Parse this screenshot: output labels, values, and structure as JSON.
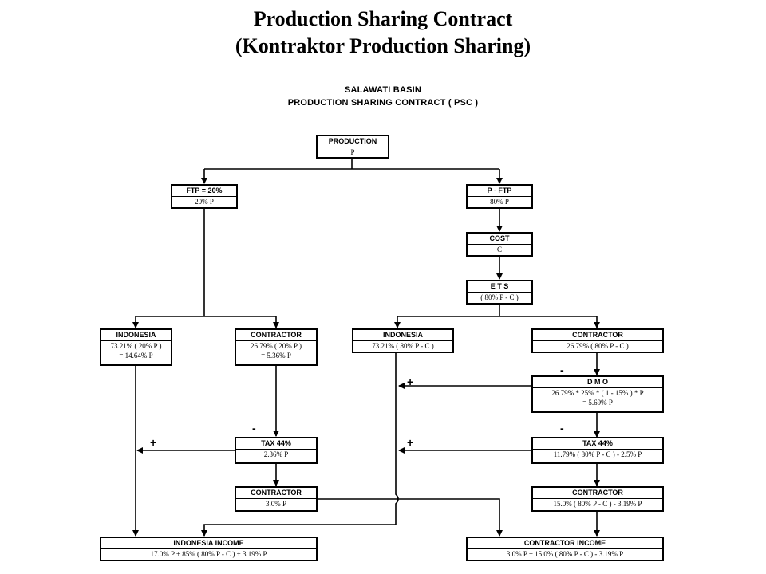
{
  "title_line1": "Production Sharing Contract",
  "title_line2": "(Kontraktor Production Sharing)",
  "subtitle_line1": "SALAWATI BASIN",
  "subtitle_line2": "PRODUCTION SHARING CONTRACT ( PSC )",
  "boxes": {
    "production": {
      "header": "PRODUCTION",
      "lines": [
        "P"
      ]
    },
    "ftp": {
      "header": "FTP = 20%",
      "lines": [
        "20% P"
      ]
    },
    "p_ftp": {
      "header": "P - FTP",
      "lines": [
        "80% P"
      ]
    },
    "cost": {
      "header": "COST",
      "lines": [
        "C"
      ]
    },
    "ets": {
      "header": "E T S",
      "lines": [
        "( 80% P - C )"
      ]
    },
    "indonesia_ftp": {
      "header": "INDONESIA",
      "lines": [
        "73.21% ( 20% P )",
        "= 14.64%  P"
      ]
    },
    "contractor_ftp": {
      "header": "CONTRACTOR",
      "lines": [
        "26.79% ( 20% P )",
        "= 5.36%  P"
      ]
    },
    "indonesia_ets": {
      "header": "INDONESIA",
      "lines": [
        "73.21% ( 80% P - C )"
      ]
    },
    "contractor_ets": {
      "header": "CONTRACTOR",
      "lines": [
        "26.79% ( 80% P - C )"
      ]
    },
    "dmo": {
      "header": "D M O",
      "lines": [
        "26.79% * 25% * ( 1 - 15% ) * P",
        "= 5.69% P"
      ]
    },
    "tax_left": {
      "header": "TAX 44%",
      "lines": [
        "2.36%  P"
      ]
    },
    "tax_right": {
      "header": "TAX 44%",
      "lines": [
        "11.79% ( 80% P - C ) - 2.5% P"
      ]
    },
    "contractor_left": {
      "header": "CONTRACTOR",
      "lines": [
        "3.0%  P"
      ]
    },
    "contractor_right": {
      "header": "CONTRACTOR",
      "lines": [
        "15.0% ( 80% P - C ) - 3.19% P"
      ]
    },
    "indonesia_income": {
      "header": "INDONESIA INCOME",
      "lines": [
        "17.0% P + 85% ( 80% P - C ) + 3.19% P"
      ]
    },
    "contractor_income": {
      "header": "CONTRACTOR INCOME",
      "lines": [
        "3.0% P + 15.0% ( 80% P - C ) - 3.19% P"
      ]
    }
  },
  "signs": {
    "plus": "+",
    "minus": "-"
  }
}
